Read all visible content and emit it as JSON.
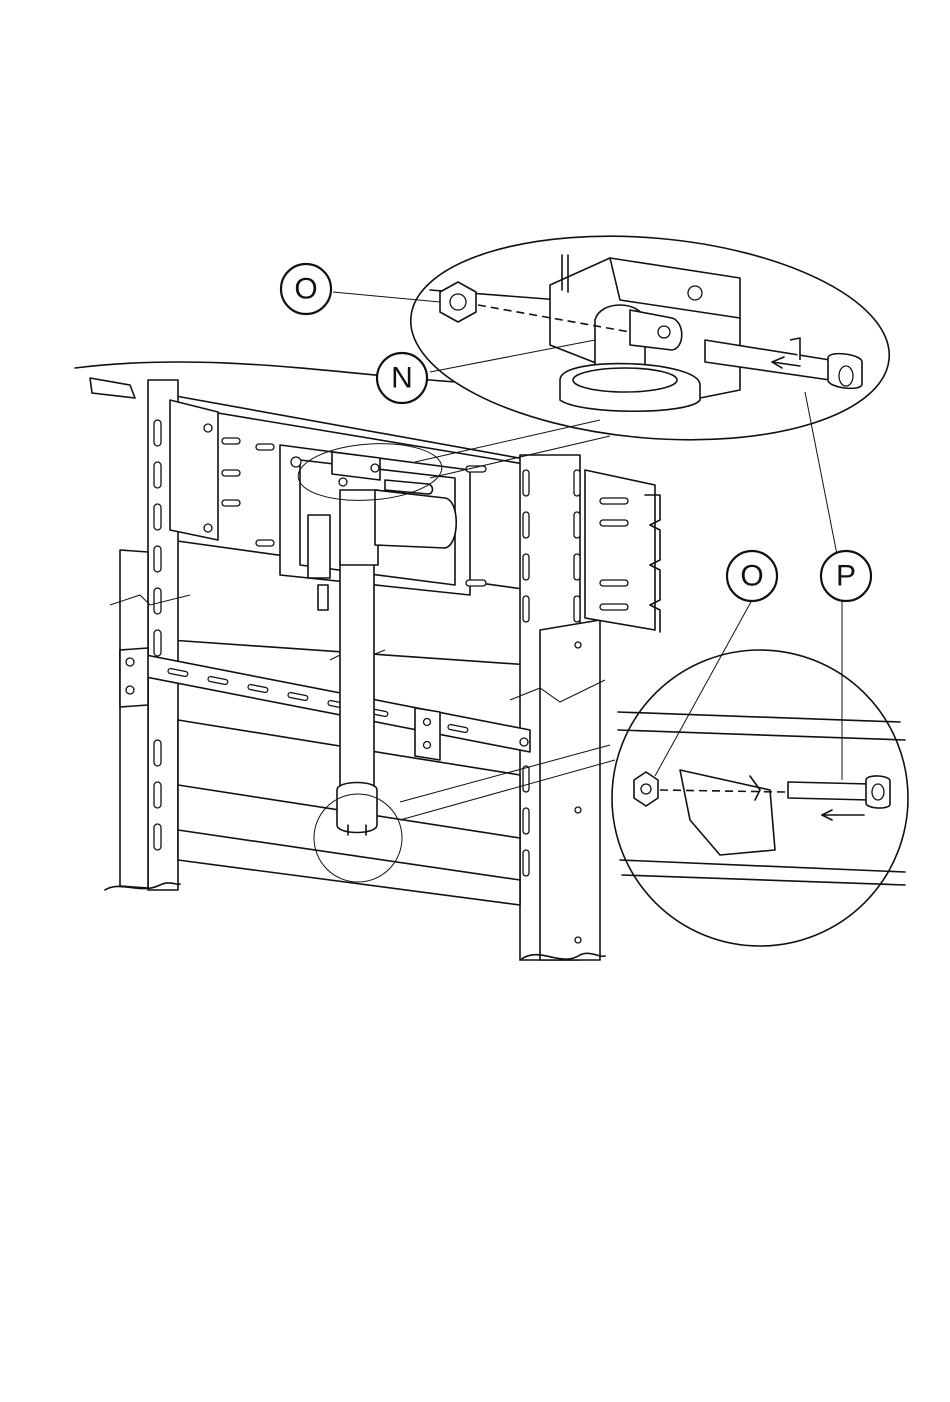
{
  "callouts": {
    "top_o": "O",
    "top_n": "N",
    "right_o": "O",
    "right_p": "P"
  }
}
